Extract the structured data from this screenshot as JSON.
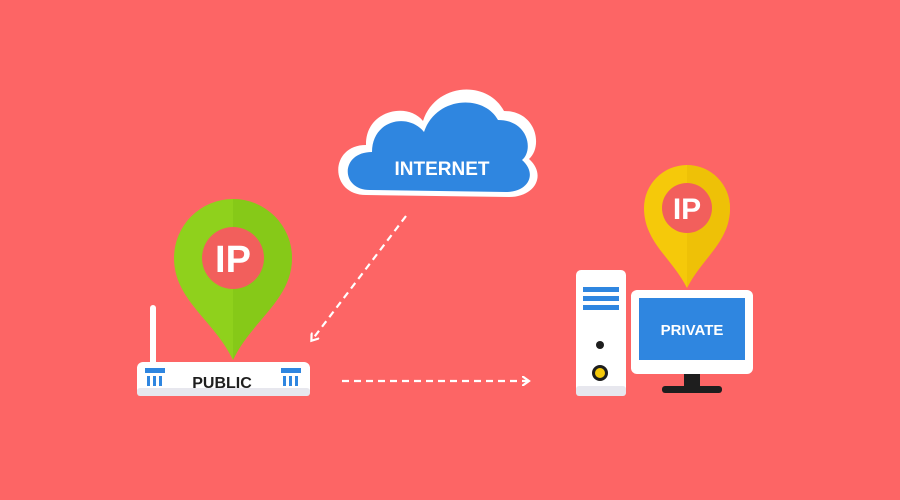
{
  "colors": {
    "background": "#fd6565",
    "cloud_fill": "#2f86e0",
    "cloud_outline": "#ffffff",
    "green_pin": "#8fd11c",
    "green_pin_dark": "#77b50f",
    "yellow_pin": "#f5c90a",
    "yellow_pin_dark": "#e2b400",
    "pin_inner_circle": "#f25f5c",
    "blue_accent": "#2f86e0",
    "device_white": "#ffffff",
    "device_shadow": "#e7e7ee",
    "arrow": "#ffffff"
  },
  "cloud": {
    "label": "INTERNET",
    "icon": "cloud-icon"
  },
  "public_pin": {
    "label": "IP",
    "icon": "location-pin-icon"
  },
  "router": {
    "label": "PUBLIC",
    "icon": "router-icon"
  },
  "private_pin": {
    "label": "IP",
    "icon": "location-pin-icon"
  },
  "monitor": {
    "label": "PRIVATE",
    "icon": "monitor-icon"
  },
  "tower": {
    "icon": "desktop-tower-icon"
  },
  "arrows": [
    {
      "name": "internet-to-router",
      "style": "dashed"
    },
    {
      "name": "router-to-computer",
      "style": "dashed"
    }
  ]
}
